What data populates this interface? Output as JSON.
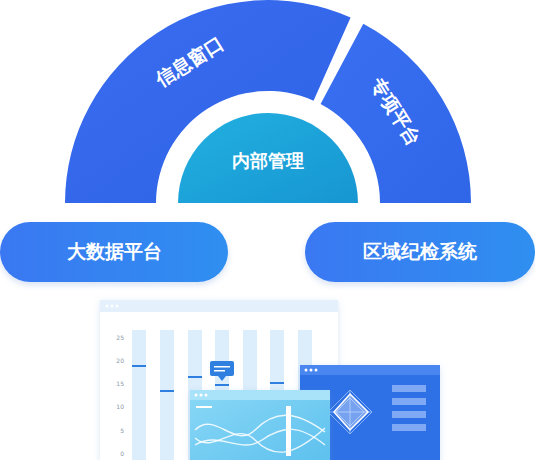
{
  "diagram": {
    "nodes": [
      {
        "text": [
          "信息窗口"
        ]
      },
      {
        "text": [
          "专项平台"
        ]
      },
      {
        "text": [
          "内部管理"
        ]
      },
      {
        "text": [
          "大数据平台"
        ]
      },
      {
        "text": [
          "区域纪检系统"
        ]
      }
    ],
    "labels": [
      "25",
      "20",
      "15",
      "10",
      "5",
      "0"
    ]
  }
}
